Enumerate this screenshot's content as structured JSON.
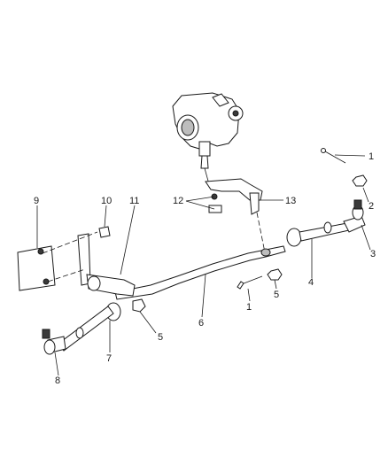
{
  "callouts": [
    {
      "id": "c1a",
      "label": "1"
    },
    {
      "id": "c2",
      "label": "2"
    },
    {
      "id": "c3",
      "label": "3"
    },
    {
      "id": "c4",
      "label": "4"
    },
    {
      "id": "c5a",
      "label": "5"
    },
    {
      "id": "c1b",
      "label": "1"
    },
    {
      "id": "c5b",
      "label": "5"
    },
    {
      "id": "c6",
      "label": "6"
    },
    {
      "id": "c7",
      "label": "7"
    },
    {
      "id": "c8",
      "label": "8"
    },
    {
      "id": "c9",
      "label": "9"
    },
    {
      "id": "c10",
      "label": "10"
    },
    {
      "id": "c11",
      "label": "11"
    },
    {
      "id": "c12",
      "label": "12"
    },
    {
      "id": "c13",
      "label": "13"
    }
  ],
  "colors": {
    "line": "#1a1a1a",
    "fill": "#ffffff",
    "shade": "#bdbdbd",
    "dark": "#3a3a3a"
  }
}
